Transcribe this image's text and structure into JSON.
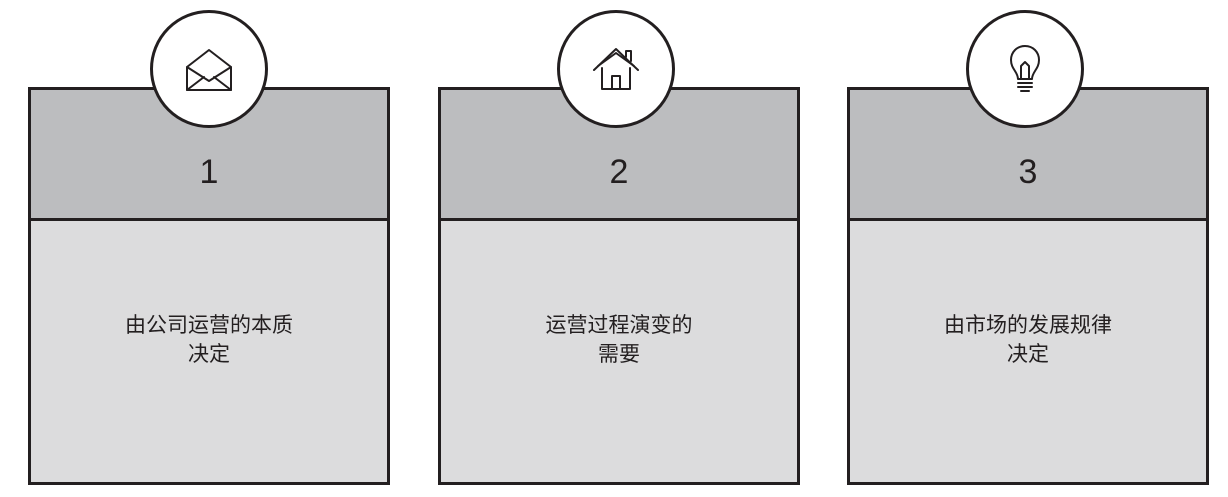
{
  "cards": [
    {
      "number": "1",
      "icon": "open-envelope-icon",
      "text": "由公司运营的本质\n决定"
    },
    {
      "number": "2",
      "icon": "house-icon",
      "text": "运营过程演变的\n需要"
    },
    {
      "number": "3",
      "icon": "lightbulb-icon",
      "text": "由市场的发展规律\n决定"
    }
  ],
  "colors": {
    "header_fill": "#bcbdbf",
    "body_fill": "#dcdcdd",
    "stroke": "#231f20",
    "badge_fill": "#ffffff"
  }
}
